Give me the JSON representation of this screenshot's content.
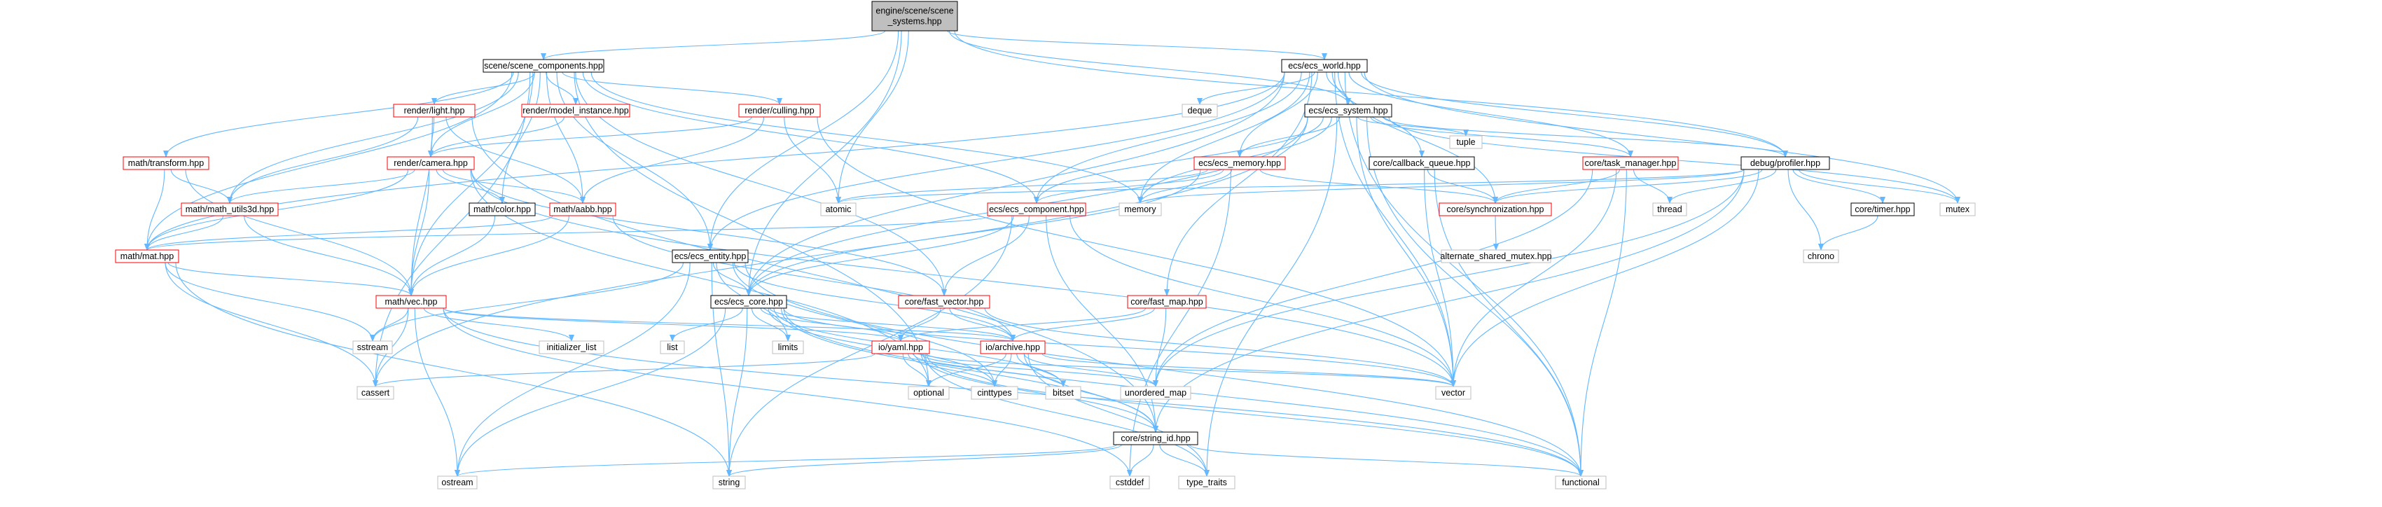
{
  "colors": {
    "edge": "#63b8ff",
    "root_fill": "#bfbfbf",
    "root_border": "#000000",
    "linked_border": "#000000",
    "partial_border": "#ff0000",
    "system_border": "#bfbfbf",
    "node_fill": "#ffffff"
  },
  "nodes": [
    {
      "id": "root",
      "lines": [
        "engine/scene/scene",
        "_systems.hpp"
      ],
      "kind": "root"
    },
    {
      "id": "scene_components",
      "lines": [
        "scene/scene_components.hpp"
      ],
      "kind": "linked"
    },
    {
      "id": "ecs_world",
      "lines": [
        "ecs/ecs_world.hpp"
      ],
      "kind": "linked"
    },
    {
      "id": "model_instance",
      "lines": [
        "render/model_instance.hpp"
      ],
      "kind": "partial"
    },
    {
      "id": "render_light",
      "lines": [
        "render/light.hpp"
      ],
      "kind": "partial"
    },
    {
      "id": "render_culling",
      "lines": [
        "render/culling.hpp"
      ],
      "kind": "partial"
    },
    {
      "id": "math_transform",
      "lines": [
        "math/transform.hpp"
      ],
      "kind": "partial"
    },
    {
      "id": "render_camera",
      "lines": [
        "render/camera.hpp"
      ],
      "kind": "partial"
    },
    {
      "id": "math_utils3d",
      "lines": [
        "math/math_utils3d.hpp"
      ],
      "kind": "partial"
    },
    {
      "id": "math_color",
      "lines": [
        "math/color.hpp"
      ],
      "kind": "linked"
    },
    {
      "id": "math_aabb",
      "lines": [
        "math/aabb.hpp"
      ],
      "kind": "partial"
    },
    {
      "id": "math_mat",
      "lines": [
        "math/mat.hpp"
      ],
      "kind": "partial"
    },
    {
      "id": "ecs_entity",
      "lines": [
        "ecs/ecs_entity.hpp"
      ],
      "kind": "linked"
    },
    {
      "id": "math_vec",
      "lines": [
        "math/vec.hpp"
      ],
      "kind": "partial"
    },
    {
      "id": "ecs_core",
      "lines": [
        "ecs/ecs_core.hpp"
      ],
      "kind": "linked"
    },
    {
      "id": "fast_vector",
      "lines": [
        "core/fast_vector.hpp"
      ],
      "kind": "partial"
    },
    {
      "id": "fast_map",
      "lines": [
        "core/fast_map.hpp"
      ],
      "kind": "partial"
    },
    {
      "id": "io_yaml",
      "lines": [
        "io/yaml.hpp"
      ],
      "kind": "partial"
    },
    {
      "id": "io_archive",
      "lines": [
        "io/archive.hpp"
      ],
      "kind": "partial"
    },
    {
      "id": "string_id",
      "lines": [
        "core/string_id.hpp"
      ],
      "kind": "linked"
    },
    {
      "id": "ecs_system",
      "lines": [
        "ecs/ecs_system.hpp"
      ],
      "kind": "linked"
    },
    {
      "id": "ecs_memory",
      "lines": [
        "ecs/ecs_memory.hpp"
      ],
      "kind": "partial"
    },
    {
      "id": "ecs_component",
      "lines": [
        "ecs/ecs_component.hpp"
      ],
      "kind": "partial"
    },
    {
      "id": "callback_queue",
      "lines": [
        "core/callback_queue.hpp"
      ],
      "kind": "linked"
    },
    {
      "id": "task_manager",
      "lines": [
        "core/task_manager.hpp"
      ],
      "kind": "partial"
    },
    {
      "id": "synchronization",
      "lines": [
        "core/synchronization.hpp"
      ],
      "kind": "partial"
    },
    {
      "id": "profiler",
      "lines": [
        "debug/profiler.hpp"
      ],
      "kind": "linked"
    },
    {
      "id": "core_timer",
      "lines": [
        "core/timer.hpp"
      ],
      "kind": "linked"
    },
    {
      "id": "alt_shared_mutex",
      "lines": [
        "alternate_shared_mutex.hpp"
      ],
      "kind": "system"
    },
    {
      "id": "deque",
      "lines": [
        "deque"
      ],
      "kind": "system"
    },
    {
      "id": "tuple",
      "lines": [
        "tuple"
      ],
      "kind": "system"
    },
    {
      "id": "atomic",
      "lines": [
        "atomic"
      ],
      "kind": "system"
    },
    {
      "id": "memory",
      "lines": [
        "memory"
      ],
      "kind": "system"
    },
    {
      "id": "thread",
      "lines": [
        "thread"
      ],
      "kind": "system"
    },
    {
      "id": "mutex",
      "lines": [
        "mutex"
      ],
      "kind": "system"
    },
    {
      "id": "chrono",
      "lines": [
        "chrono"
      ],
      "kind": "system"
    },
    {
      "id": "sstream",
      "lines": [
        "sstream"
      ],
      "kind": "system"
    },
    {
      "id": "initializer_list",
      "lines": [
        "initializer_list"
      ],
      "kind": "system"
    },
    {
      "id": "list",
      "lines": [
        "list"
      ],
      "kind": "system"
    },
    {
      "id": "limits",
      "lines": [
        "limits"
      ],
      "kind": "system"
    },
    {
      "id": "cassert",
      "lines": [
        "cassert"
      ],
      "kind": "system"
    },
    {
      "id": "optional",
      "lines": [
        "optional"
      ],
      "kind": "system"
    },
    {
      "id": "cinttypes",
      "lines": [
        "cinttypes"
      ],
      "kind": "system"
    },
    {
      "id": "bitset",
      "lines": [
        "bitset"
      ],
      "kind": "system"
    },
    {
      "id": "unordered_map",
      "lines": [
        "unordered_map"
      ],
      "kind": "system"
    },
    {
      "id": "vector",
      "lines": [
        "vector"
      ],
      "kind": "system"
    },
    {
      "id": "ostream",
      "lines": [
        "ostream"
      ],
      "kind": "system"
    },
    {
      "id": "string",
      "lines": [
        "string"
      ],
      "kind": "system"
    },
    {
      "id": "cstddef",
      "lines": [
        "cstddef"
      ],
      "kind": "system"
    },
    {
      "id": "type_traits",
      "lines": [
        "type_traits"
      ],
      "kind": "system"
    },
    {
      "id": "functional",
      "lines": [
        "functional"
      ],
      "kind": "system"
    }
  ],
  "edges": [
    [
      "root",
      "scene_components"
    ],
    [
      "root",
      "ecs_world"
    ],
    [
      "root",
      "ecs_system"
    ],
    [
      "root",
      "ecs_core"
    ],
    [
      "root",
      "ecs_entity"
    ],
    [
      "root",
      "atomic"
    ],
    [
      "root",
      "profiler"
    ],
    [
      "scene_components",
      "model_instance"
    ],
    [
      "scene_components",
      "render_light"
    ],
    [
      "scene_components",
      "render_culling"
    ],
    [
      "scene_components",
      "math_transform"
    ],
    [
      "scene_components",
      "render_camera"
    ],
    [
      "scene_components",
      "math_utils3d"
    ],
    [
      "scene_components",
      "math_color"
    ],
    [
      "scene_components",
      "math_aabb"
    ],
    [
      "scene_components",
      "math_mat"
    ],
    [
      "scene_components",
      "math_vec"
    ],
    [
      "scene_components",
      "ecs_entity"
    ],
    [
      "scene_components",
      "ecs_component"
    ],
    [
      "scene_components",
      "fast_vector"
    ],
    [
      "scene_components",
      "memory"
    ],
    [
      "scene_components",
      "cassert"
    ],
    [
      "scene_components",
      "optional"
    ],
    [
      "ecs_world",
      "ecs_system"
    ],
    [
      "ecs_world",
      "ecs_memory"
    ],
    [
      "ecs_world",
      "ecs_component"
    ],
    [
      "ecs_world",
      "ecs_entity"
    ],
    [
      "ecs_world",
      "ecs_core"
    ],
    [
      "ecs_world",
      "callback_queue"
    ],
    [
      "ecs_world",
      "task_manager"
    ],
    [
      "ecs_world",
      "synchronization"
    ],
    [
      "ecs_world",
      "profiler"
    ],
    [
      "ecs_world",
      "fast_map"
    ],
    [
      "ecs_world",
      "deque"
    ],
    [
      "ecs_world",
      "memory"
    ],
    [
      "ecs_world",
      "mutex"
    ],
    [
      "ecs_world",
      "vector"
    ],
    [
      "ecs_world",
      "functional"
    ],
    [
      "ecs_world",
      "math_mat"
    ],
    [
      "model_instance",
      "render_camera"
    ],
    [
      "render_light",
      "render_camera"
    ],
    [
      "render_light",
      "math_utils3d"
    ],
    [
      "render_light",
      "math_aabb"
    ],
    [
      "render_light",
      "math_vec"
    ],
    [
      "render_light",
      "string_id"
    ],
    [
      "render_culling",
      "render_camera"
    ],
    [
      "render_culling",
      "math_aabb"
    ],
    [
      "render_culling",
      "atomic"
    ],
    [
      "render_culling",
      "vector"
    ],
    [
      "math_transform",
      "math_utils3d"
    ],
    [
      "math_transform",
      "math_mat"
    ],
    [
      "math_transform",
      "math_vec"
    ],
    [
      "render_camera",
      "math_utils3d"
    ],
    [
      "render_camera",
      "math_color"
    ],
    [
      "render_camera",
      "math_aabb"
    ],
    [
      "render_camera",
      "math_mat"
    ],
    [
      "render_camera",
      "math_vec"
    ],
    [
      "render_camera",
      "fast_vector"
    ],
    [
      "render_camera",
      "vector"
    ],
    [
      "render_camera",
      "optional"
    ],
    [
      "math_utils3d",
      "math_mat"
    ],
    [
      "math_utils3d",
      "math_vec"
    ],
    [
      "math_color",
      "math_vec"
    ],
    [
      "math_aabb",
      "math_mat"
    ],
    [
      "math_aabb",
      "math_vec"
    ],
    [
      "math_aabb",
      "io_archive"
    ],
    [
      "math_mat",
      "math_vec"
    ],
    [
      "math_mat",
      "cassert"
    ],
    [
      "math_mat",
      "sstream"
    ],
    [
      "math_mat",
      "string"
    ],
    [
      "ecs_entity",
      "ecs_core"
    ],
    [
      "ecs_entity",
      "io_archive"
    ],
    [
      "ecs_entity",
      "limits"
    ],
    [
      "ecs_entity",
      "sstream"
    ],
    [
      "ecs_entity",
      "string"
    ],
    [
      "ecs_entity",
      "ostream"
    ],
    [
      "ecs_entity",
      "cinttypes"
    ],
    [
      "ecs_entity",
      "functional"
    ],
    [
      "math_vec",
      "io_yaml"
    ],
    [
      "math_vec",
      "io_archive"
    ],
    [
      "math_vec",
      "sstream"
    ],
    [
      "math_vec",
      "initializer_list"
    ],
    [
      "math_vec",
      "cassert"
    ],
    [
      "math_vec",
      "ostream"
    ],
    [
      "math_vec",
      "cstddef"
    ],
    [
      "math_vec",
      "functional"
    ],
    [
      "ecs_core",
      "io_yaml"
    ],
    [
      "ecs_core",
      "io_archive"
    ],
    [
      "ecs_core",
      "string_id"
    ],
    [
      "ecs_core",
      "list"
    ],
    [
      "ecs_core",
      "limits"
    ],
    [
      "ecs_core",
      "cinttypes"
    ],
    [
      "ecs_core",
      "bitset"
    ],
    [
      "ecs_core",
      "ostream"
    ],
    [
      "ecs_core",
      "string"
    ],
    [
      "ecs_core",
      "vector"
    ],
    [
      "ecs_core",
      "functional"
    ],
    [
      "fast_vector",
      "io_yaml"
    ],
    [
      "fast_vector",
      "io_archive"
    ],
    [
      "fast_vector",
      "vector"
    ],
    [
      "fast_map",
      "io_yaml"
    ],
    [
      "fast_map",
      "io_archive"
    ],
    [
      "fast_map",
      "unordered_map"
    ],
    [
      "io_yaml",
      "string_id"
    ],
    [
      "io_yaml",
      "cassert"
    ],
    [
      "io_yaml",
      "optional"
    ],
    [
      "io_yaml",
      "cinttypes"
    ],
    [
      "io_yaml",
      "bitset"
    ],
    [
      "io_yaml",
      "unordered_map"
    ],
    [
      "io_yaml",
      "vector"
    ],
    [
      "io_yaml",
      "functional"
    ],
    [
      "io_yaml",
      "type_traits"
    ],
    [
      "io_archive",
      "string_id"
    ],
    [
      "io_archive",
      "optional"
    ],
    [
      "io_archive",
      "cinttypes"
    ],
    [
      "io_archive",
      "bitset"
    ],
    [
      "io_archive",
      "unordered_map"
    ],
    [
      "io_archive",
      "vector"
    ],
    [
      "io_archive",
      "type_traits"
    ],
    [
      "string_id",
      "ostream"
    ],
    [
      "string_id",
      "string"
    ],
    [
      "string_id",
      "cstddef"
    ],
    [
      "string_id",
      "type_traits"
    ],
    [
      "string_id",
      "functional"
    ],
    [
      "ecs_system",
      "ecs_memory"
    ],
    [
      "ecs_system",
      "ecs_component"
    ],
    [
      "ecs_system",
      "ecs_core"
    ],
    [
      "ecs_system",
      "task_manager"
    ],
    [
      "ecs_system",
      "profiler"
    ],
    [
      "ecs_system",
      "memory"
    ],
    [
      "ecs_system",
      "tuple"
    ],
    [
      "ecs_system",
      "vector"
    ],
    [
      "ecs_system",
      "functional"
    ],
    [
      "ecs_system",
      "type_traits"
    ],
    [
      "ecs_system",
      "cassert"
    ],
    [
      "ecs_system",
      "mutex"
    ],
    [
      "ecs_memory",
      "ecs_component"
    ],
    [
      "ecs_memory",
      "ecs_core"
    ],
    [
      "ecs_memory",
      "synchronization"
    ],
    [
      "ecs_memory",
      "atomic"
    ],
    [
      "ecs_memory",
      "memory"
    ],
    [
      "ecs_memory",
      "cstddef"
    ],
    [
      "ecs_component",
      "ecs_core"
    ],
    [
      "ecs_component",
      "fast_vector"
    ],
    [
      "ecs_component",
      "string_id"
    ],
    [
      "ecs_component",
      "math_mat"
    ],
    [
      "ecs_component",
      "string"
    ],
    [
      "ecs_component",
      "vector"
    ],
    [
      "callback_queue",
      "synchronization"
    ],
    [
      "callback_queue",
      "vector"
    ],
    [
      "callback_queue",
      "functional"
    ],
    [
      "task_manager",
      "synchronization"
    ],
    [
      "task_manager",
      "thread"
    ],
    [
      "task_manager",
      "vector"
    ],
    [
      "task_manager",
      "functional"
    ],
    [
      "task_manager",
      "unordered_map"
    ],
    [
      "synchronization",
      "alt_shared_mutex"
    ],
    [
      "profiler",
      "core_timer"
    ],
    [
      "profiler",
      "synchronization"
    ],
    [
      "profiler",
      "string_id"
    ],
    [
      "profiler",
      "thread"
    ],
    [
      "profiler",
      "mutex"
    ],
    [
      "profiler",
      "chrono"
    ],
    [
      "profiler",
      "memory"
    ],
    [
      "profiler",
      "atomic"
    ],
    [
      "profiler",
      "vector"
    ],
    [
      "profiler",
      "unordered_map"
    ],
    [
      "core_timer",
      "chrono"
    ]
  ]
}
